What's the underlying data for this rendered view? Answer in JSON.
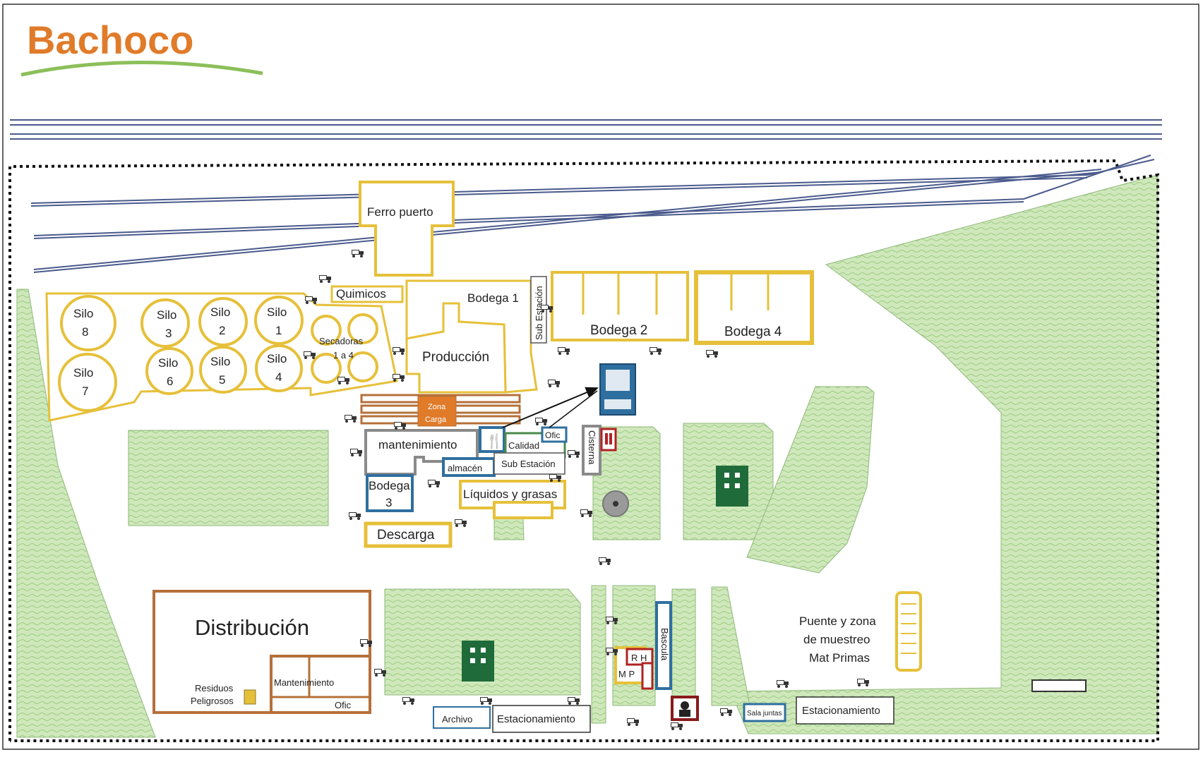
{
  "brand": {
    "name": "Bachoco",
    "color": "#e07b2a",
    "swoosh_color": "#8cbf5a"
  },
  "colors": {
    "green_zone": "#c9e6b4",
    "yellow": "#e6c03a",
    "orange": "#b5703a",
    "blue": "#2f6f9f",
    "gray": "#8a8a8a",
    "rail": "#4a5a8c",
    "boundary": "#111111",
    "red": "#b02222"
  },
  "labels": {
    "ferro_puerto": "Ferro puerto",
    "quimicos": "Quimicos",
    "bodega1": "Bodega 1",
    "sub_estacion_v": "Sub Estación",
    "bodega2": "Bodega 2",
    "bodega4": "Bodega 4",
    "silo8_a": "Silo",
    "silo8_b": "8",
    "silo3_a": "Silo",
    "silo3_b": "3",
    "silo2_a": "Silo",
    "silo2_b": "2",
    "silo1_a": "Silo",
    "silo1_b": "1",
    "silo7_a": "Silo",
    "silo7_b": "7",
    "silo6_a": "Silo",
    "silo6_b": "6",
    "silo5_a": "Silo",
    "silo5_b": "5",
    "silo4_a": "Silo",
    "silo4_b": "4",
    "secadoras_a": "Secadoras",
    "secadoras_b": "1 a 4",
    "produccion": "Producción",
    "zona_carga_a": "Zona",
    "zona_carga_b": "Carga",
    "mantenimiento": "mantenimiento",
    "calidad": "Calidad",
    "ofic_top": "Ofic",
    "cisterna": "Cisterna",
    "almacen": "almacén",
    "sub_estacion_h": "Sub Estación",
    "bodega3_a": "Bodega",
    "bodega3_b": "3",
    "liquidos": "Líquidos y grasas",
    "descarga": "Descarga",
    "distribucion": "Distribución",
    "residuos_a": "Residuos",
    "residuos_b": "Peligrosos",
    "mant_dist": "Mantenimiento",
    "ofic_dist": "Ofic",
    "archivo": "Archivo",
    "estac1": "Estacionamiento",
    "rh": "R H",
    "mp": "M P",
    "bascula": "Bascula",
    "sala_juntas": "Sala juntas",
    "estac2": "Estacionamiento",
    "puente_a": "Puente y zona",
    "puente_b": "de muestreo",
    "puente_c": "Mat Primas"
  }
}
